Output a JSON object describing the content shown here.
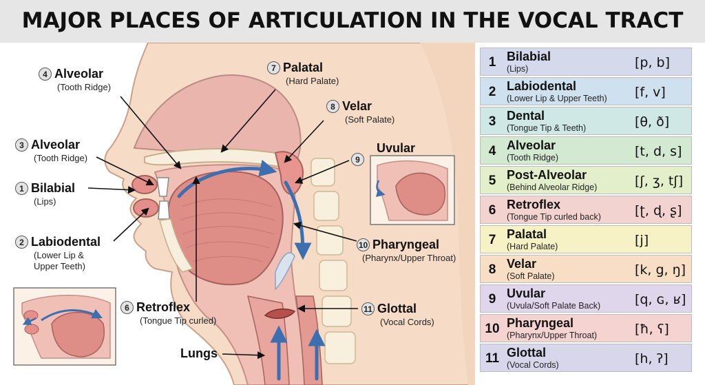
{
  "title": "MAJOR PLACES OF ARTICULATION IN THE VOCAL TRACT",
  "diagram_labels": {
    "alveolar_top": {
      "num": "4",
      "name": "Alveolar",
      "sub": "(Tooth Ridge)"
    },
    "alveolar_mid": {
      "num": "3",
      "name": "Alveolar",
      "sub": "(Tooth Ridge)"
    },
    "bilabial": {
      "num": "1",
      "name": "Bilabial",
      "sub": "(Lips)"
    },
    "labiodental": {
      "num": "2",
      "name": "Labiodental",
      "sub1": "(Lower Lip &",
      "sub2": "Upper Teeth)"
    },
    "palatal": {
      "num": "7",
      "name": "Palatal",
      "sub": "(Hard Palate)"
    },
    "velar": {
      "num": "8",
      "name": "Velar",
      "sub": "(Soft Palate)"
    },
    "uvular": {
      "num": "9",
      "name": "Uvular"
    },
    "pharyngeal": {
      "num": "10",
      "name": "Pharyngeal",
      "sub": "(Pharynx/Upper Throat)"
    },
    "retroflex": {
      "num": "6",
      "name": "Retroflex",
      "sub": "(Tongue Tip curled)"
    },
    "glottal": {
      "num": "11",
      "name": "Glottal",
      "sub": "(Vocal Cords)"
    },
    "lungs": {
      "name": "Lungs"
    }
  },
  "table": [
    {
      "num": "1",
      "name": "Bilabial",
      "sub": "(Lips)",
      "ipa": "[p, b]",
      "color": "#d4daec"
    },
    {
      "num": "2",
      "name": "Labiodental",
      "sub": "(Lower Lip & Upper Teeth)",
      "ipa": "[f, v]",
      "color": "#cfe1ee"
    },
    {
      "num": "3",
      "name": "Dental",
      "sub": "(Tongue Tip & Teeth)",
      "ipa": "[θ, ð]",
      "color": "#cfe8e6"
    },
    {
      "num": "4",
      "name": "Alveolar",
      "sub": "(Tooth Ridge)",
      "ipa": "[t, d, s]",
      "color": "#d3e9d2"
    },
    {
      "num": "5",
      "name": "Post-Alveolar",
      "sub": "(Behind Alveolar Ridge)",
      "ipa": "[ʃ, ʒ, tʃ]",
      "color": "#e3efca"
    },
    {
      "num": "6",
      "name": "Retroflex",
      "sub": "(Tongue Tip curled back)",
      "ipa": "[ʈ, ɖ, ʂ]",
      "color": "#f3d3d0"
    },
    {
      "num": "7",
      "name": "Palatal",
      "sub": "(Hard Palate)",
      "ipa": "[j]",
      "color": "#f7f1c6"
    },
    {
      "num": "8",
      "name": "Velar",
      "sub": "(Soft Palate)",
      "ipa": "[k, g, ŋ]",
      "color": "#f8dec4"
    },
    {
      "num": "9",
      "name": "Uvular",
      "sub": "(Uvula/Soft Palate Back)",
      "ipa": "[q, ɢ, ʁ]",
      "color": "#e0d6ec"
    },
    {
      "num": "10",
      "name": "Pharyngeal",
      "sub": "(Pharynx/Upper Throat)",
      "ipa": "[ħ, ʕ]",
      "color": "#f5d3d1"
    },
    {
      "num": "11",
      "name": "Glottal",
      "sub": "(Vocal Cords)",
      "ipa": "[h, ʔ]",
      "color": "#d8d6ea"
    }
  ]
}
